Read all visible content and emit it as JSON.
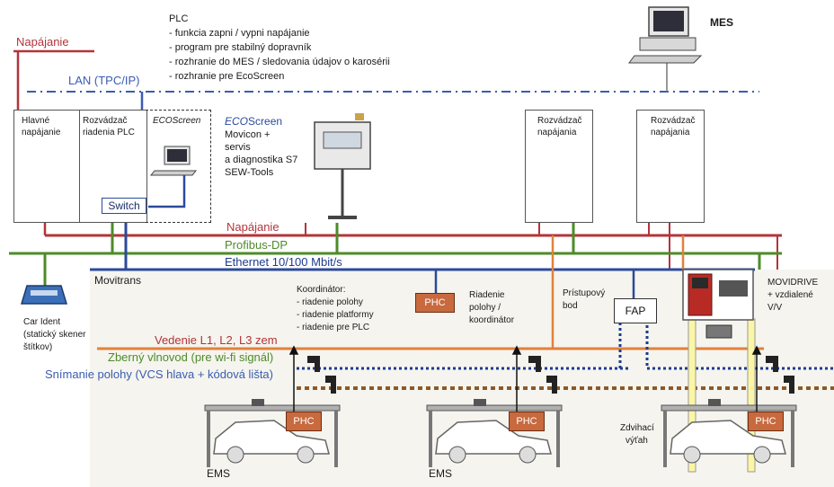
{
  "plc": {
    "title": "PLC",
    "items": [
      "- funkcia zapni / vypni napájanie",
      "- program pre stabilný dopravník",
      "- rozhranie do MES / sledovania údajov o karosérii",
      "- rozhranie pre EcoScreen"
    ]
  },
  "mes": {
    "label": "MES"
  },
  "lines": {
    "napajanie_top": "Napájanie",
    "lan": "LAN (TPC/IP)",
    "napajanie_bus": "Napájanie",
    "profibus": "Profibus-DP",
    "ethernet": "Ethernet 10/100 Mbit/s",
    "movitrans": "Movitrans",
    "vedenie": "Vedenie L1, L2, L3 zem",
    "zberny": "Zberný vlnovod (pre wi-fi signál)",
    "snimanie": "Snímanie polohy (VCS hlava + kódová lišta)"
  },
  "cabinets": {
    "hlavne": [
      "Hlavné",
      "napájanie"
    ],
    "rozvadzac_plc": [
      "Rozvádzač",
      "riadenia PLC"
    ],
    "ecoscreen_box": "ECOScreen",
    "rozvadzac_1": [
      "Rozvádzač",
      "napájania"
    ],
    "rozvadzac_2": [
      "Rozvádzač",
      "napájania"
    ]
  },
  "switch": "Switch",
  "ecoscreen": {
    "title_italic": "ECO",
    "title_rest": "Screen",
    "lines": [
      "Movicon +",
      "servis",
      "a diagnostika S7",
      "SEW-Tools"
    ]
  },
  "car_ident": [
    "Car Ident",
    "(statický skener",
    "štítkov)"
  ],
  "koordinator": [
    "Koordinátor:",
    "- riadenie polohy",
    "- riadenie platformy",
    "- riadenie pre PLC"
  ],
  "phc_label": "PHC",
  "riadenie": [
    "Riadenie",
    "polohy /",
    "koordinátor"
  ],
  "pristupovy": [
    "Prístupový",
    "bod"
  ],
  "fap": "FAP",
  "movidrive": [
    "MOVIDRIVE",
    "+ vzdialené",
    "V/V"
  ],
  "ems": "EMS",
  "zdvihaci": [
    "Zdvihací",
    "výťah"
  ],
  "colors": {
    "power": "#b3343a",
    "lan": "#3a5cb0",
    "profibus": "#4d8b2a",
    "ethernet": "#2b4a9a",
    "vedenie": "#e0823c",
    "zberny": "#1d3b8f",
    "snimanie": "#8a5a2b",
    "phc": "#c8693e"
  }
}
